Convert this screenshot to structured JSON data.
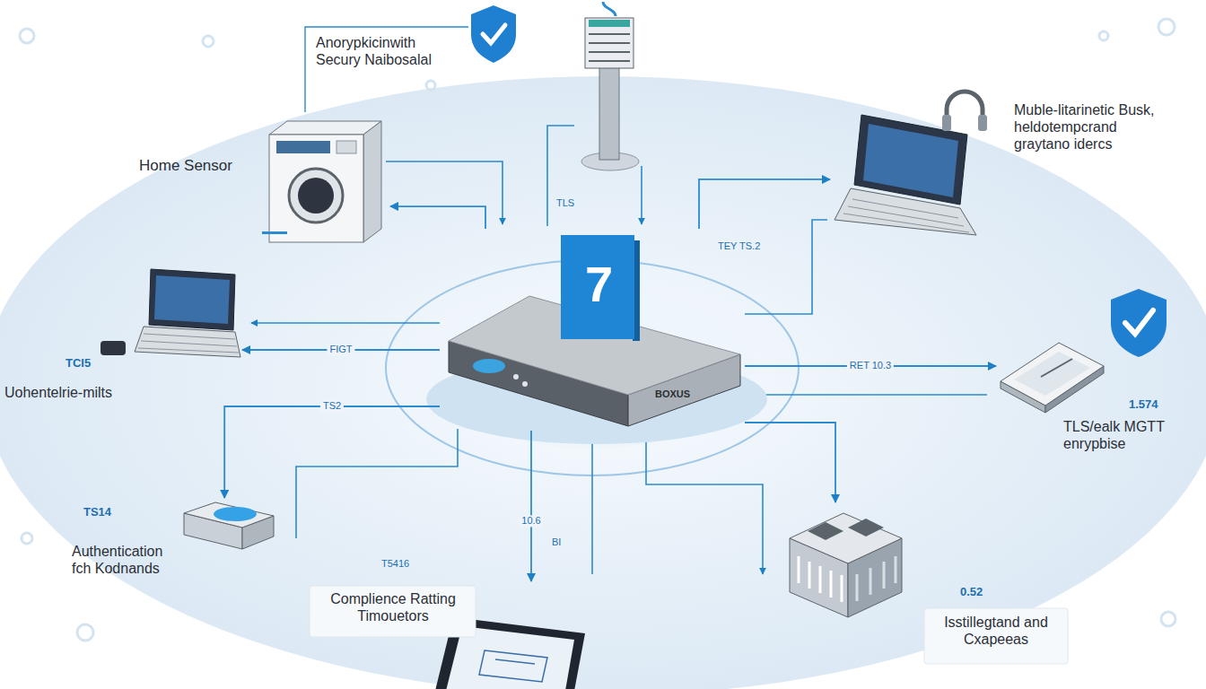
{
  "diagram": {
    "nodes": [
      {
        "text": [
          "7",
          "BOXUS"
        ]
      },
      {
        "text": [
          "Home Sensor"
        ]
      },
      {
        "text": [
          "Muble-litarinetic Busk, heldotempcrand graytano idercs"
        ]
      },
      {
        "text": [
          "TCI5",
          "Uohentelrie-milts"
        ]
      },
      {
        "text": [
          "1.574",
          "TLS/ealk MGTT enrypbise"
        ]
      },
      {
        "text": [
          "TS14",
          "Authentication fch Kodnands"
        ]
      },
      {
        "text": [
          "Complience Ratting Timouetors"
        ]
      },
      {
        "text": [
          "0.52",
          "Isstillegtand and Cxapeeas"
        ]
      }
    ],
    "edges": [
      {
        "from": 0,
        "to": 1,
        "arrow": "to"
      },
      {
        "from": 0,
        "to": 2,
        "arrow": "to"
      },
      {
        "from": 0,
        "to": 3,
        "label": "FIGT",
        "arrow": "to"
      },
      {
        "from": 0,
        "to": 4,
        "label": "RET 10.3",
        "arrow": "to"
      },
      {
        "from": 0,
        "to": 5,
        "label": "TS2",
        "arrow": "to"
      },
      {
        "from": 0,
        "to": 6,
        "label": "10.6",
        "arrow": "to"
      },
      {
        "from": 0,
        "to": 7,
        "arrow": "to"
      }
    ],
    "labels": [
      "Anorypkicinwith Secury Naibosalal",
      "TLS",
      "TEY TS.2",
      "T5416",
      "BI"
    ]
  }
}
